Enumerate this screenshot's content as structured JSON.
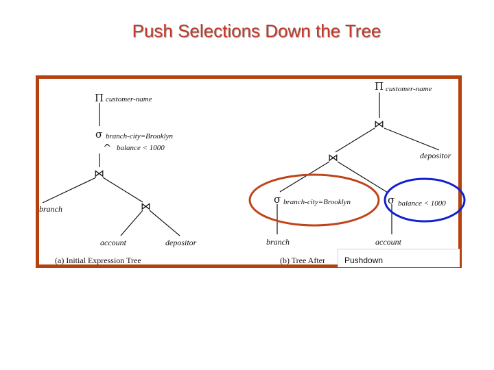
{
  "title": "Push Selections Down the Tree",
  "symbols": {
    "project": "Π",
    "select": "σ",
    "and": "^",
    "join": "⋈"
  },
  "left_tree": {
    "project_attr": "customer-name",
    "select_cond_1": "branch-city=Brooklyn",
    "select_cond_2": "balance < 1000",
    "leaf_branch": "branch",
    "leaf_account": "account",
    "leaf_depositor": "depositor",
    "caption": "(a) Initial Expression Tree"
  },
  "right_tree": {
    "project_attr": "customer-name",
    "select_branch": "branch-city=Brooklyn",
    "select_balance": "balance < 1000",
    "leaf_depositor": "depositor",
    "leaf_branch": "branch",
    "leaf_account": "account",
    "caption": "(b) Tree After"
  },
  "overlay_label": "Pushdown",
  "colors": {
    "title": "#c0392b",
    "frame": "#b5410f",
    "highlight_red": "#c0441a",
    "highlight_blue": "#1020d0"
  }
}
